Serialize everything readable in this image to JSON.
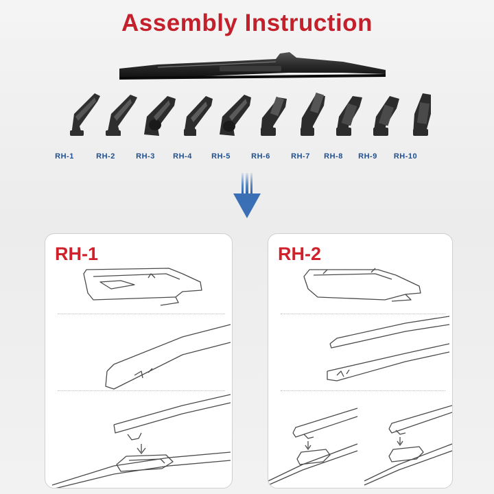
{
  "title": "Assembly Instruction",
  "adapters": [
    {
      "label": "RH-1"
    },
    {
      "label": "RH-2"
    },
    {
      "label": "RH-3"
    },
    {
      "label": "RH-4"
    },
    {
      "label": "RH-5"
    },
    {
      "label": "RH-6"
    },
    {
      "label": "RH-7"
    },
    {
      "label": "RH-8"
    },
    {
      "label": "RH-9"
    },
    {
      "label": "RH-10"
    }
  ],
  "panels": [
    {
      "title": "RH-1"
    },
    {
      "title": "RH-2"
    }
  ],
  "colors": {
    "title": "#c3202b",
    "label": "#1f4f8e",
    "arrow": "#3e74b8",
    "part": "#2b2b2b"
  },
  "icons": {
    "arrow": "down-arrow-icon",
    "blade": "wiper-blade-icon",
    "adapter": "wiper-adapter-icon"
  }
}
